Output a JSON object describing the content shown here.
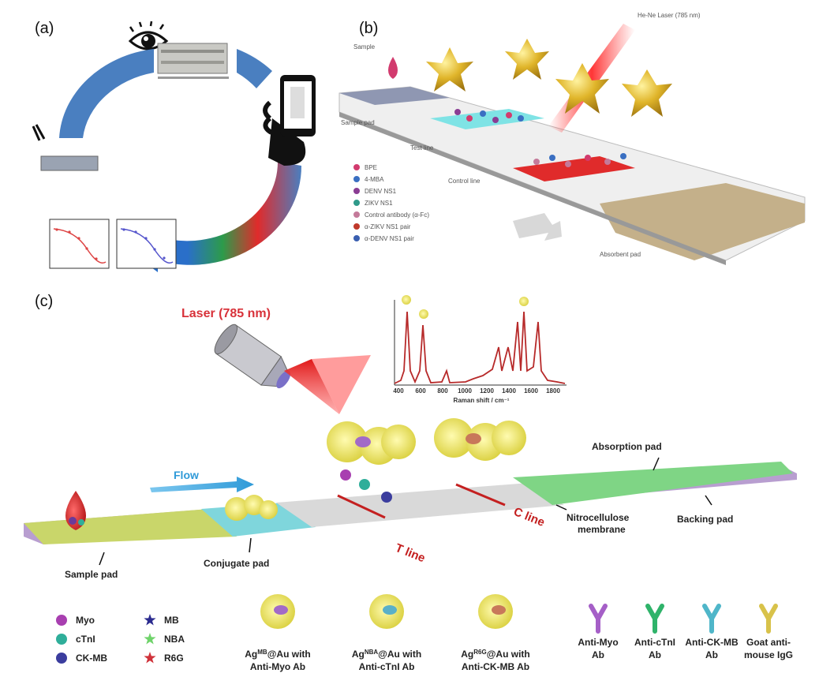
{
  "panel_a": {
    "label": "(a)"
  },
  "panel_b": {
    "label": "(b)",
    "laser": "He-Ne Laser (785 nm)",
    "sample": "Sample",
    "sample_pad": "Sample pad",
    "test_line": "Test line",
    "control_line": "Control line",
    "absorbent_pad": "Absorbent pad",
    "legend": [
      {
        "text": "BPE",
        "color": "#d23b6e"
      },
      {
        "text": "4-MBA",
        "color": "#3a6fc2"
      },
      {
        "text": "DENV NS1",
        "color": "#8a3d93"
      },
      {
        "text": "ZIKV NS1",
        "color": "#2f9a8a"
      },
      {
        "text": "Control antibody (α-Fc)",
        "color": "#c47a9a"
      },
      {
        "text": "α-ZIKV NS1 pair",
        "color": "#c0392b"
      },
      {
        "text": "α-DENV NS1 pair",
        "color": "#3a5fb0"
      }
    ]
  },
  "panel_c": {
    "label": "(c)",
    "laser": "Laser (785 nm)",
    "flow": "Flow",
    "t_line": "T line",
    "c_line": "C line",
    "absorption_pad": "Absorption pad",
    "backing_pad": "Backing pad",
    "nitro_1": "Nitrocellulose",
    "nitro_2": "membrane",
    "sample_pad": "Sample pad",
    "conjugate_pad": "Conjugate pad",
    "spectrum_xlabel": "Raman shift / cm⁻¹",
    "spectrum_ticks": [
      "400",
      "600",
      "800",
      "1000",
      "1200",
      "1400",
      "1600",
      "1800"
    ],
    "legend_left": [
      {
        "text": "Myo",
        "color": "#a83fb0"
      },
      {
        "text": "cTnI",
        "color": "#2fae9a"
      },
      {
        "text": "CK-MB",
        "color": "#3b3d9e"
      }
    ],
    "legend_mid": [
      {
        "text": "MB",
        "color": "#2b2b8f"
      },
      {
        "text": "NBA",
        "color": "#6fd36a"
      },
      {
        "text": "R6G",
        "color": "#d0323a"
      }
    ],
    "np_labels": [
      {
        "tag": "MB",
        "l1": "@Au with",
        "l2": "Anti-Myo Ab"
      },
      {
        "tag": "NBA",
        "l1": "@Au with",
        "l2": "Anti-cTnI Ab"
      },
      {
        "tag": "R6G",
        "l1": "@Au with",
        "l2": "Anti-CK-MB Ab"
      }
    ],
    "np_prefix": "Ag",
    "antibodies": [
      {
        "l1": "Anti-Myo",
        "l2": "Ab",
        "color": "#a55fc7"
      },
      {
        "l1": "Anti-cTnI",
        "l2": "Ab",
        "color": "#2fb36a"
      },
      {
        "l1": "Anti-CK-MB",
        "l2": "Ab",
        "color": "#4fb6c9"
      },
      {
        "l1": "Goat anti-",
        "l2": "mouse IgG",
        "color": "#d8c24a"
      }
    ]
  }
}
